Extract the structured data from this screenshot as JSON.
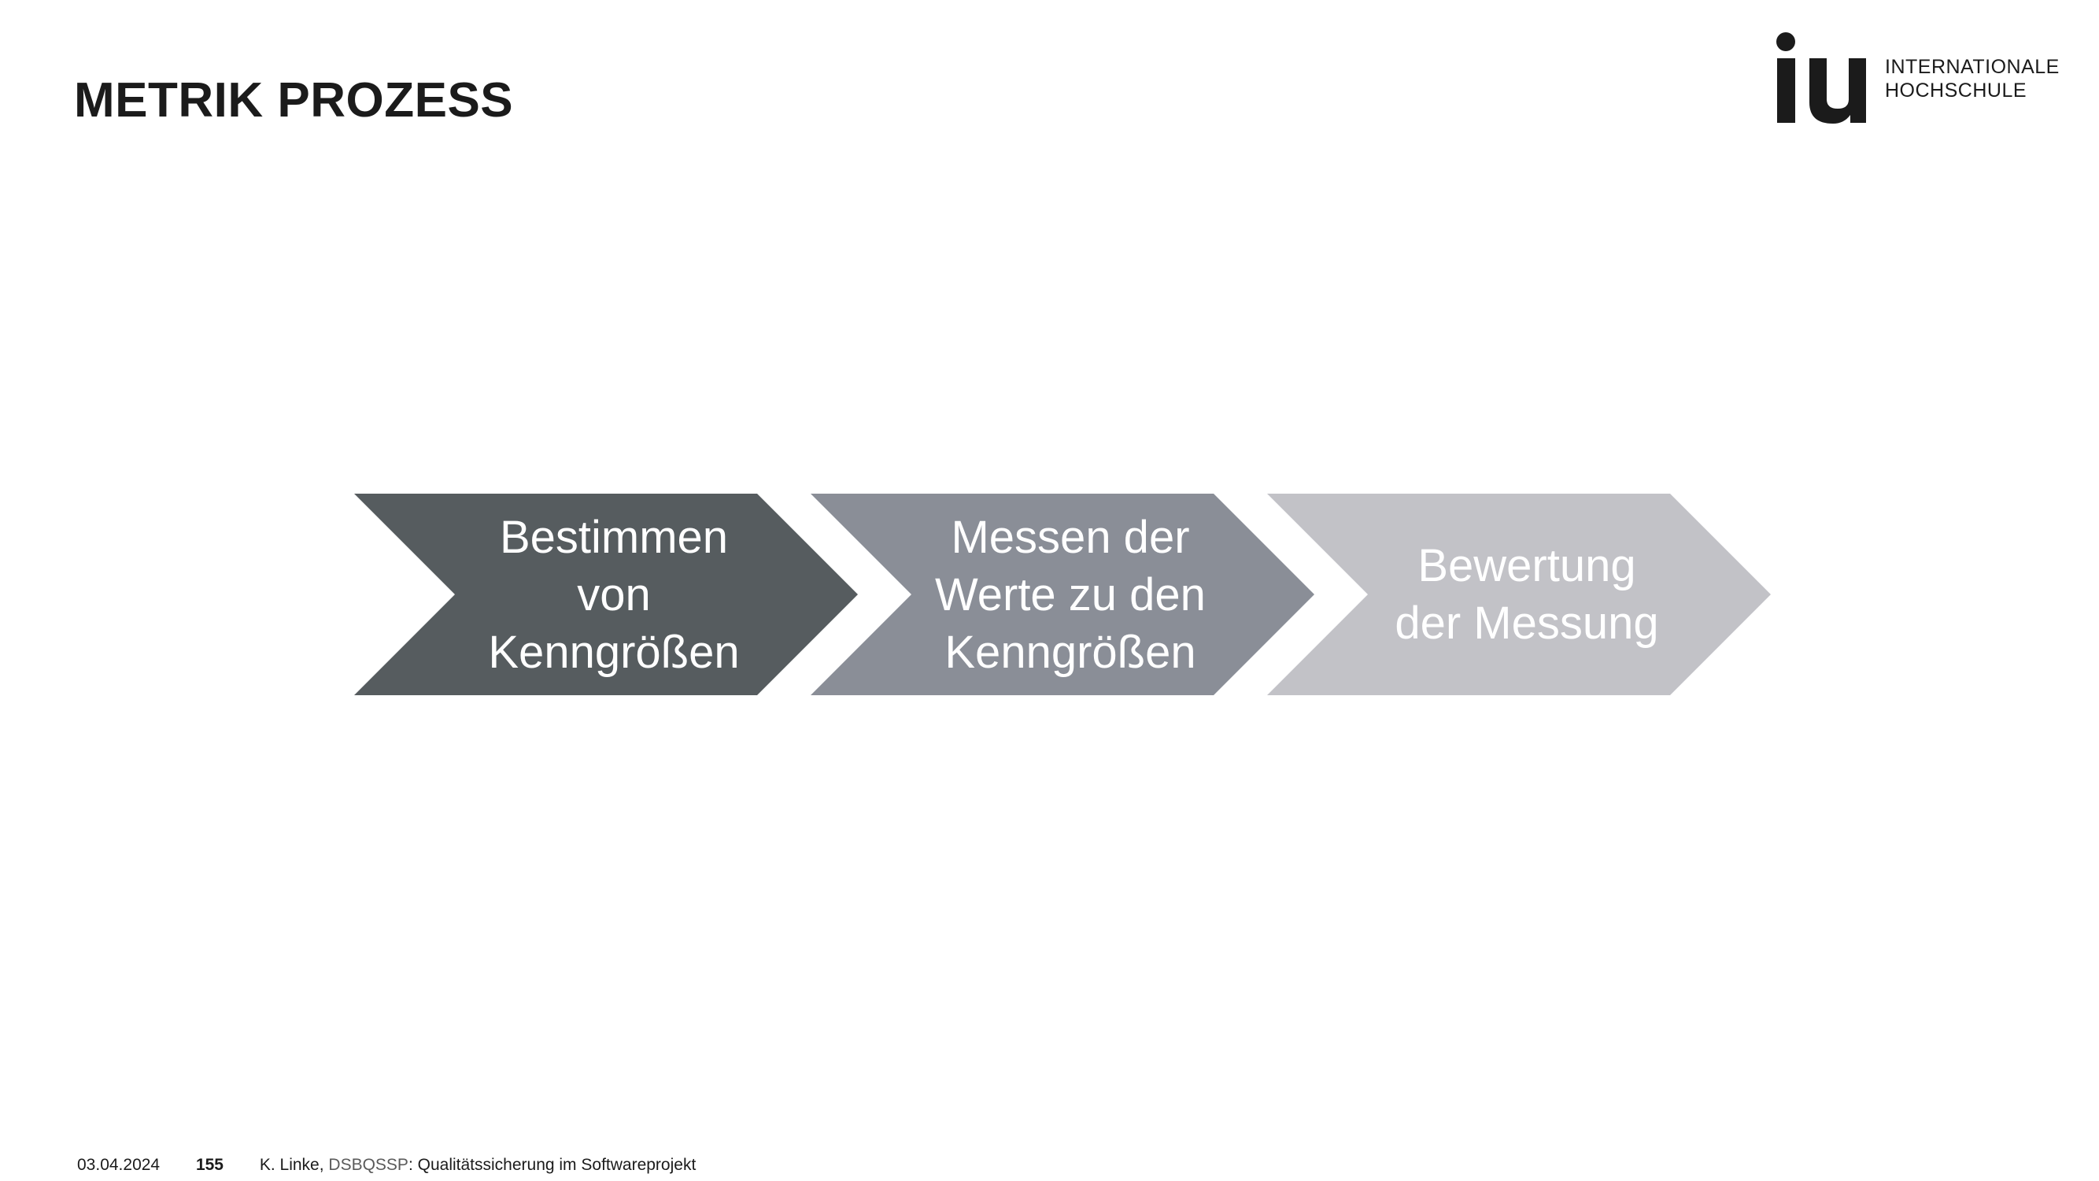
{
  "slide": {
    "title": "METRIK PROZESS"
  },
  "logo": {
    "mark": "iu",
    "line1": "INTERNATIONALE",
    "line2": "HOCHSCHULE"
  },
  "process_steps": [
    {
      "label": "Bestimmen\nvon\nKenngrößen",
      "color": "#565c5f"
    },
    {
      "label": "Messen der\nWerte zu den\nKenngrößen",
      "color": "#8a8e97"
    },
    {
      "label": "Bewertung\nder Messung",
      "color": "#c2c2c7"
    }
  ],
  "footer": {
    "date": "03.04.2024",
    "page": "155",
    "author": "K. Linke, ",
    "course": "DSBQSSP",
    "course_title": ": Qualitätssicherung im Softwareprojekt"
  }
}
